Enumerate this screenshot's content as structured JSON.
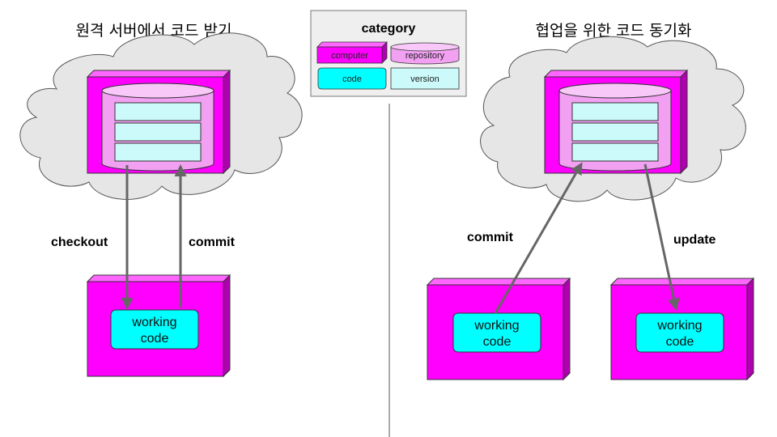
{
  "left_title": "원격 서버에서 코드 받기",
  "right_title": "협업을 위한 코드 동기화",
  "legend": {
    "title": "category",
    "items": [
      "computer",
      "repository",
      "code",
      "version"
    ]
  },
  "left": {
    "label_checkout": "checkout",
    "label_commit": "commit",
    "working_code_line1": "working",
    "working_code_line2": "code"
  },
  "right": {
    "label_commit": "commit",
    "label_update": "update",
    "client1_code_line1": "working",
    "client1_code_line2": "code",
    "client2_code_line1": "working",
    "client2_code_line2": "code"
  },
  "colors": {
    "computer": "#ff00ff",
    "computer_dark": "#b000b0",
    "repository": "#f2a0f2",
    "code": "#00ffff",
    "version": "#ccfafa",
    "cloud": "#e6e6e6",
    "arrow": "#666666"
  }
}
